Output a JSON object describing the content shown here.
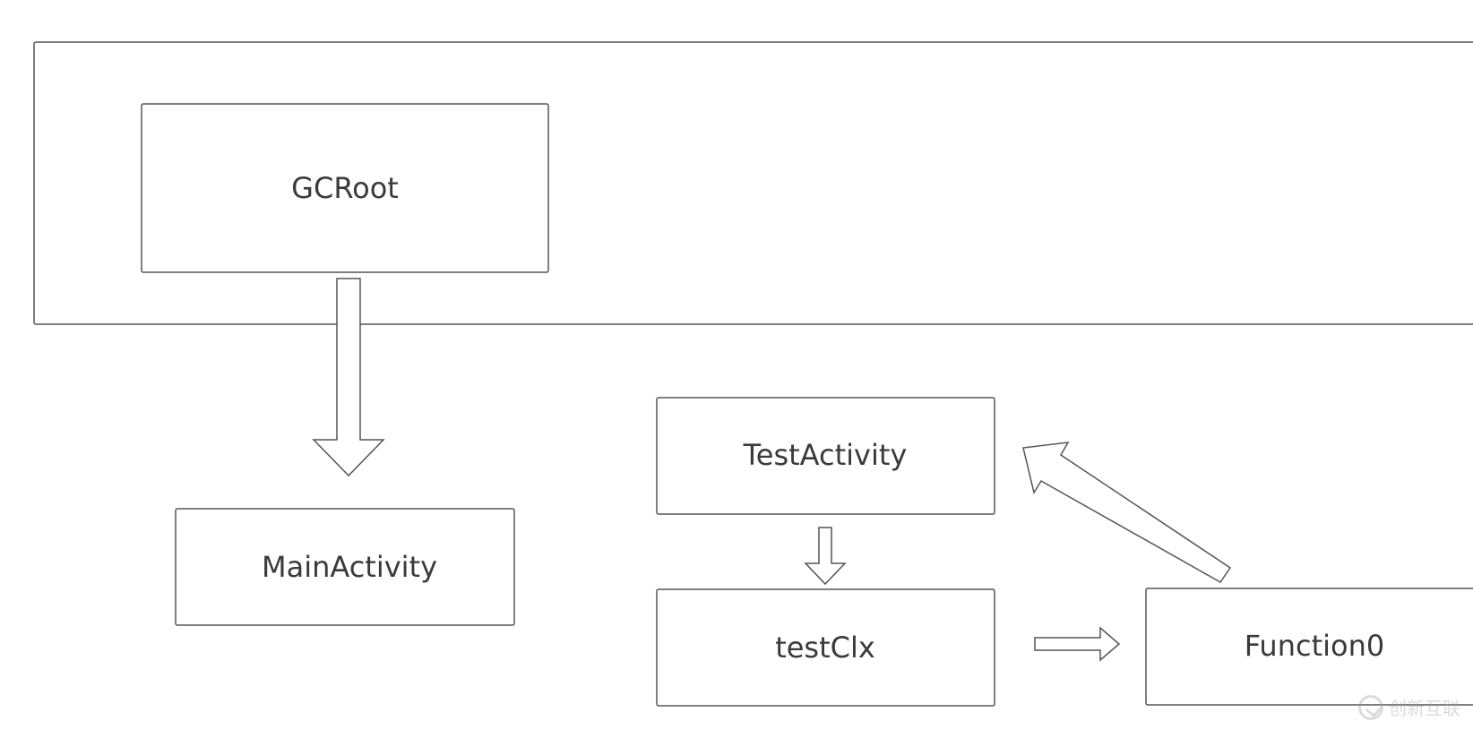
{
  "nodes": {
    "gcroot": "GCRoot",
    "main_activity": "MainActivity",
    "test_activity": "TestActivity",
    "test_clx": "testClx",
    "function0": "Function0"
  },
  "watermark": "创新互联",
  "colors": {
    "stroke": "#555555",
    "text": "#3a3a3a",
    "background": "#ffffff"
  },
  "edges": [
    {
      "from": "GCRoot",
      "to": "MainActivity"
    },
    {
      "from": "TestActivity",
      "to": "testClx"
    },
    {
      "from": "testClx",
      "to": "Function0"
    },
    {
      "from": "Function0",
      "to": "TestActivity"
    }
  ]
}
